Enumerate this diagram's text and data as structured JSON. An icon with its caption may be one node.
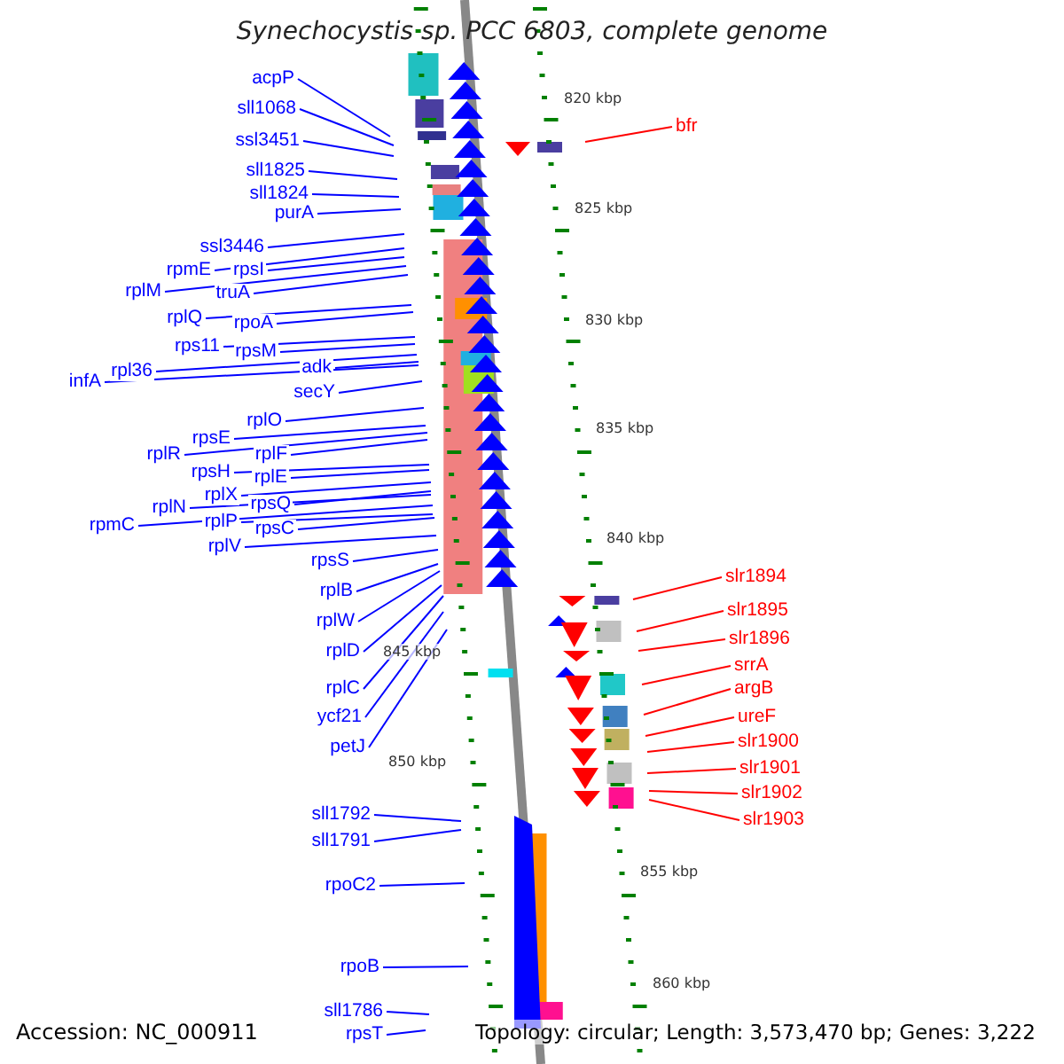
{
  "diagram": {
    "title": "Synechocystis sp. PCC 6803, complete genome",
    "nodes": [
      {
        "text": [
          "acpP"
        ]
      },
      {
        "text": [
          "sll1068"
        ]
      },
      {
        "text": [
          "ssl3451"
        ]
      },
      {
        "text": [
          "sll1825"
        ]
      },
      {
        "text": [
          "sll1824"
        ]
      },
      {
        "text": [
          "purA"
        ]
      },
      {
        "text": [
          "bfr"
        ]
      },
      {
        "text": [
          "ssl3446"
        ]
      },
      {
        "text": [
          "rpmE"
        ]
      },
      {
        "text": [
          "rpsI"
        ]
      },
      {
        "text": [
          "rplM"
        ]
      },
      {
        "text": [
          "truA"
        ]
      },
      {
        "text": [
          "rplQ"
        ]
      },
      {
        "text": [
          "rpoA"
        ]
      },
      {
        "text": [
          "rps11"
        ]
      },
      {
        "text": [
          "rpsM"
        ]
      },
      {
        "text": [
          "rpl36"
        ]
      },
      {
        "text": [
          "adk"
        ]
      },
      {
        "text": [
          "infA"
        ]
      },
      {
        "text": [
          "secY"
        ]
      },
      {
        "text": [
          "rplO"
        ]
      },
      {
        "text": [
          "rpsE"
        ]
      },
      {
        "text": [
          "rplR"
        ]
      },
      {
        "text": [
          "rplF"
        ]
      },
      {
        "text": [
          "rpsH"
        ]
      },
      {
        "text": [
          "rplE"
        ]
      },
      {
        "text": [
          "rplX"
        ]
      },
      {
        "text": [
          "rplN"
        ]
      },
      {
        "text": [
          "rpsQ"
        ]
      },
      {
        "text": [
          "rplP"
        ]
      },
      {
        "text": [
          "rpmC"
        ]
      },
      {
        "text": [
          "rpsC"
        ]
      },
      {
        "text": [
          "rplV"
        ]
      },
      {
        "text": [
          "rpsS"
        ]
      },
      {
        "text": [
          "slr1894"
        ]
      },
      {
        "text": [
          "rplB"
        ]
      },
      {
        "text": [
          "slr1895"
        ]
      },
      {
        "text": [
          "rplW"
        ]
      },
      {
        "text": [
          "slr1896"
        ]
      },
      {
        "text": [
          "rplD"
        ]
      },
      {
        "text": [
          "srrA"
        ]
      },
      {
        "text": [
          "argB"
        ]
      },
      {
        "text": [
          "rplC"
        ]
      },
      {
        "text": [
          "ureF"
        ]
      },
      {
        "text": [
          "ycf21"
        ]
      },
      {
        "text": [
          "slr1900"
        ]
      },
      {
        "text": [
          "slr1901"
        ]
      },
      {
        "text": [
          "petJ"
        ]
      },
      {
        "text": [
          "slr1902"
        ]
      },
      {
        "text": [
          "slr1903"
        ]
      },
      {
        "text": [
          "sll1792"
        ]
      },
      {
        "text": [
          "sll1791"
        ]
      },
      {
        "text": [
          "rpoC2"
        ]
      },
      {
        "text": [
          "rpoB"
        ]
      },
      {
        "text": [
          "sll1786"
        ]
      },
      {
        "text": [
          "rpsT"
        ]
      }
    ],
    "edges": [
      {
        "from": 0,
        "to": null,
        "arrow": "none"
      },
      {
        "from": 1,
        "to": null,
        "arrow": "none"
      },
      {
        "from": 2,
        "to": null,
        "arrow": "none"
      },
      {
        "from": 3,
        "to": null,
        "arrow": "none"
      },
      {
        "from": 4,
        "to": null,
        "arrow": "none"
      },
      {
        "from": 5,
        "to": null,
        "arrow": "none"
      },
      {
        "from": 6,
        "to": null,
        "arrow": "none",
        "color": "#ff0000"
      },
      {
        "from": 7,
        "to": null,
        "arrow": "none"
      },
      {
        "from": 8,
        "to": null,
        "arrow": "none"
      },
      {
        "from": 9,
        "to": null,
        "arrow": "none"
      },
      {
        "from": 10,
        "to": null,
        "arrow": "none"
      },
      {
        "from": 11,
        "to": null,
        "arrow": "none"
      },
      {
        "from": 12,
        "to": null,
        "arrow": "none"
      },
      {
        "from": 13,
        "to": null,
        "arrow": "none"
      },
      {
        "from": 14,
        "to": null,
        "arrow": "none"
      },
      {
        "from": 15,
        "to": null,
        "arrow": "none"
      },
      {
        "from": 16,
        "to": null,
        "arrow": "none"
      },
      {
        "from": 17,
        "to": null,
        "arrow": "none"
      },
      {
        "from": 18,
        "to": null,
        "arrow": "none"
      },
      {
        "from": 19,
        "to": null,
        "arrow": "none"
      },
      {
        "from": 20,
        "to": null,
        "arrow": "none"
      },
      {
        "from": 21,
        "to": null,
        "arrow": "none"
      },
      {
        "from": 22,
        "to": null,
        "arrow": "none"
      },
      {
        "from": 23,
        "to": null,
        "arrow": "none"
      },
      {
        "from": 24,
        "to": null,
        "arrow": "none"
      },
      {
        "from": 25,
        "to": null,
        "arrow": "none"
      },
      {
        "from": 26,
        "to": null,
        "arrow": "none"
      },
      {
        "from": 27,
        "to": null,
        "arrow": "none"
      },
      {
        "from": 28,
        "to": null,
        "arrow": "none"
      },
      {
        "from": 29,
        "to": null,
        "arrow": "none"
      },
      {
        "from": 30,
        "to": null,
        "arrow": "none"
      },
      {
        "from": 31,
        "to": null,
        "arrow": "none"
      },
      {
        "from": 32,
        "to": null,
        "arrow": "none"
      },
      {
        "from": 33,
        "to": null,
        "arrow": "none"
      },
      {
        "from": 34,
        "to": null,
        "arrow": "none",
        "color": "#ff0000"
      },
      {
        "from": 35,
        "to": null,
        "arrow": "none"
      },
      {
        "from": 36,
        "to": null,
        "arrow": "none",
        "color": "#ff0000"
      },
      {
        "from": 37,
        "to": null,
        "arrow": "none"
      },
      {
        "from": 38,
        "to": null,
        "arrow": "none",
        "color": "#ff0000"
      },
      {
        "from": 39,
        "to": null,
        "arrow": "none"
      },
      {
        "from": 40,
        "to": null,
        "arrow": "none",
        "color": "#ff0000"
      },
      {
        "from": 41,
        "to": null,
        "arrow": "none",
        "color": "#ff0000"
      },
      {
        "from": 42,
        "to": null,
        "arrow": "none"
      },
      {
        "from": 43,
        "to": null,
        "arrow": "none",
        "color": "#ff0000"
      },
      {
        "from": 44,
        "to": null,
        "arrow": "none"
      },
      {
        "from": 45,
        "to": null,
        "arrow": "none",
        "color": "#ff0000"
      },
      {
        "from": 46,
        "to": null,
        "arrow": "none",
        "color": "#ff0000"
      },
      {
        "from": 47,
        "to": null,
        "arrow": "none"
      },
      {
        "from": 48,
        "to": null,
        "arrow": "none",
        "color": "#ff0000"
      },
      {
        "from": 49,
        "to": null,
        "arrow": "none",
        "color": "#ff0000"
      },
      {
        "from": 50,
        "to": null,
        "arrow": "none"
      },
      {
        "from": 51,
        "to": null,
        "arrow": "none"
      },
      {
        "from": 52,
        "to": null,
        "arrow": "none"
      },
      {
        "from": 53,
        "to": null,
        "arrow": "none"
      },
      {
        "from": 54,
        "to": null,
        "arrow": "none"
      },
      {
        "from": 55,
        "to": null,
        "arrow": "none"
      }
    ],
    "labels": [
      "820 kbp",
      "825 kbp",
      "830 kbp",
      "835 kbp",
      "840 kbp",
      "845 kbp",
      "850 kbp",
      "855 kbp",
      "860 kbp",
      "Accession: NC_000911",
      "Topology: circular; Length: 3,573,470 bp; Genes: 3,222"
    ]
  }
}
